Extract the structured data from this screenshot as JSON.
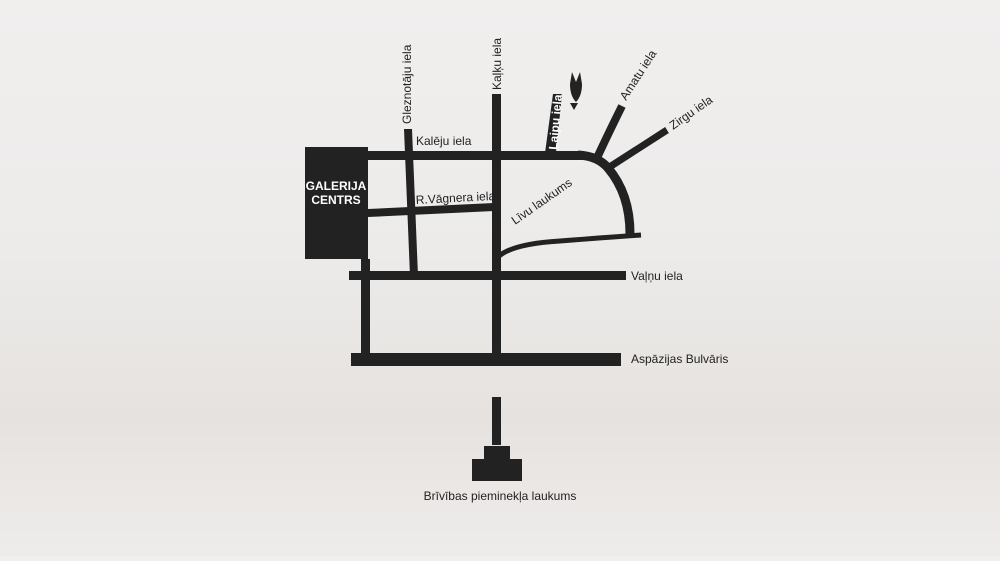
{
  "streets": {
    "kaleju": "Kalēju iela",
    "gleznotaju": "Gleznotāju iela",
    "kalku": "Kaļķu iela",
    "laipu": "Laipu iela",
    "amatu": "Amatu iela",
    "zirgu": "Zirgu iela",
    "vagnera": "R.Vāgnera iela",
    "livu": "Līvu laukums",
    "valnu": "Vaļņu iela",
    "aspazijas": "Aspāzijas Bulvāris"
  },
  "landmarks": {
    "galerija_line1": "GALERIJA",
    "galerija_line2": "CENTRS",
    "monument": "Brīvības pieminekļa laukums"
  },
  "destination": {
    "icon": "wolf-head-icon",
    "arrow_icon": "down-arrow-icon"
  },
  "colors": {
    "road": "#222222",
    "text": "#222222",
    "background": "#eeecea"
  }
}
